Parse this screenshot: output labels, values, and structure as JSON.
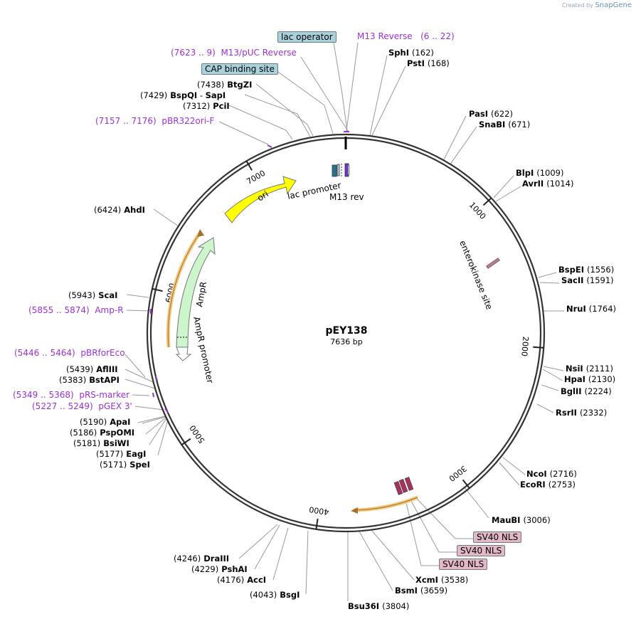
{
  "credit": {
    "created_by": "Created by",
    "brand": "SnapGene"
  },
  "plasmid": {
    "name": "pEY138",
    "length": "7636 bp",
    "length_bp": 7636
  },
  "ticks": [
    {
      "label": "1000",
      "bp": 1000
    },
    {
      "label": "2000",
      "bp": 2000
    },
    {
      "label": "3000",
      "bp": 3000
    },
    {
      "label": "4000",
      "bp": 4000
    },
    {
      "label": "5000",
      "bp": 5000
    },
    {
      "label": "6000",
      "bp": 6000
    },
    {
      "label": "7000",
      "bp": 7000
    }
  ],
  "sites_right": [
    {
      "name": "SphI",
      "pos": "(162)"
    },
    {
      "name": "PstI",
      "pos": "(168)"
    },
    {
      "name": "PasI",
      "pos": "(622)"
    },
    {
      "name": "SnaBI",
      "pos": "(671)"
    },
    {
      "name": "BlpI",
      "pos": "(1009)"
    },
    {
      "name": "AvrII",
      "pos": "(1014)"
    },
    {
      "name": "BspEI",
      "pos": "(1556)"
    },
    {
      "name": "SacII",
      "pos": "(1591)"
    },
    {
      "name": "NruI",
      "pos": "(1764)"
    },
    {
      "name": "NsiI",
      "pos": "(2111)"
    },
    {
      "name": "HpaI",
      "pos": "(2130)"
    },
    {
      "name": "BglII",
      "pos": "(2224)"
    },
    {
      "name": "RsrII",
      "pos": "(2332)"
    },
    {
      "name": "NcoI",
      "pos": "(2716)"
    },
    {
      "name": "EcoRI",
      "pos": "(2753)"
    },
    {
      "name": "MauBI",
      "pos": "(3006)"
    },
    {
      "name": "XcmI",
      "pos": "(3538)"
    },
    {
      "name": "BsmI",
      "pos": "(3659)"
    },
    {
      "name": "Bsu36I",
      "pos": "(3804)"
    }
  ],
  "sites_left": [
    {
      "name": "BtgZI",
      "pos": "(7438)"
    },
    {
      "name": "BspQI",
      "sep": "-",
      "name2": "SapI",
      "pos": "(7429)"
    },
    {
      "name": "PciI",
      "pos": "(7312)"
    },
    {
      "name": "AhdI",
      "pos": "(6424)"
    },
    {
      "name": "ScaI",
      "pos": "(5943)"
    },
    {
      "name": "AflIII",
      "pos": "(5439)"
    },
    {
      "name": "BstAPI",
      "pos": "(5383)"
    },
    {
      "name": "ApaI",
      "pos": "(5190)"
    },
    {
      "name": "PspOMI",
      "pos": "(5186)"
    },
    {
      "name": "BsiWI",
      "pos": "(5181)"
    },
    {
      "name": "EagI",
      "pos": "(5177)"
    },
    {
      "name": "SpeI",
      "pos": "(5171)"
    },
    {
      "name": "DraIII",
      "pos": "(4246)"
    },
    {
      "name": "PshAI",
      "pos": "(4229)"
    },
    {
      "name": "AccI",
      "pos": "(4176)"
    },
    {
      "name": "BsgI",
      "pos": "(4043)"
    }
  ],
  "primers": [
    {
      "label": "M13 Reverse",
      "range": "(6 .. 22)"
    },
    {
      "label": "M13/pUC Reverse",
      "range": "(7623 .. 9)"
    },
    {
      "label": "pBR322ori-F",
      "range": "(7157 .. 7176)"
    },
    {
      "label": "Amp-R",
      "range": "(5855 .. 5874)"
    },
    {
      "label": "pBRforEco",
      "range": "(5446 .. 5464)"
    },
    {
      "label": "pRS-marker",
      "range": "(5349 .. 5368)"
    },
    {
      "label": "pGEX 3'",
      "range": "(5227 .. 5249)"
    }
  ],
  "boxed_features": [
    {
      "label": "lac operator",
      "color": "#a9d2dc"
    },
    {
      "label": "CAP binding site",
      "color": "#a9d2dc"
    },
    {
      "label": "SV40 NLS",
      "color": "#e3b8c6"
    },
    {
      "label": "SV40 NLS",
      "color": "#e3b8c6"
    },
    {
      "label": "SV40 NLS",
      "color": "#e3b8c6"
    }
  ],
  "features": [
    {
      "label": "ori",
      "color": "#ffff00"
    },
    {
      "label": "AmpR",
      "color": "#ccf5cc"
    },
    {
      "label": "AmpR promoter",
      "color": "#ffffff"
    },
    {
      "label": "lac promoter",
      "color": "#2f6f8f"
    },
    {
      "label": "M13 rev",
      "color": "#7a2fd0"
    },
    {
      "label": "enterokinase site",
      "color": "#c07c8c"
    }
  ],
  "colors": {
    "primer": "#9b30d9",
    "backbone": "#333333",
    "orf_highlight": "#f3c77a"
  }
}
